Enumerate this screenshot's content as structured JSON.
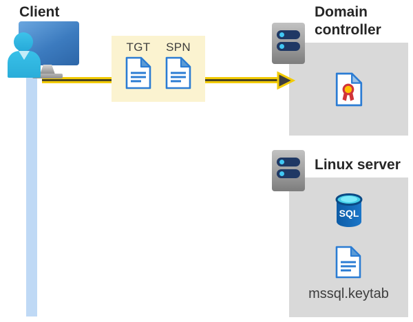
{
  "client": {
    "label": "Client"
  },
  "tickets": {
    "items": [
      {
        "label": "TGT"
      },
      {
        "label": "SPN"
      }
    ]
  },
  "domain_controller": {
    "label": "Domain controller"
  },
  "linux_server": {
    "label": "Linux server",
    "sql_label": "SQL",
    "keytab_label": "mssql.keytab"
  },
  "colors": {
    "highlight_box_bg": "#FBF3D0",
    "arrow_yellow": "#F2CB05",
    "arrow_core": "#4A4423",
    "arrowhead_fill": "#3F3F3F",
    "panel_gray": "#D9D9D9",
    "document_blue": "#2B7CD3",
    "document_fold_blue": "#5B9BD5",
    "connection_line_blue": "#BFD9F5",
    "server_pill_navy": "#1F3864",
    "server_dot_cyan": "#41C8F4",
    "monitor_blue": "#3C7BBF",
    "person_cyan": "#2FB9E2",
    "sql_body_blue": "#1267B1",
    "sql_top_cyan": "#45CFE8",
    "certificate_ribbon_red": "#D13438",
    "certificate_seal_yellow": "#FFC000",
    "heading_text": "#262626",
    "label_text": "#3D3D3D"
  }
}
